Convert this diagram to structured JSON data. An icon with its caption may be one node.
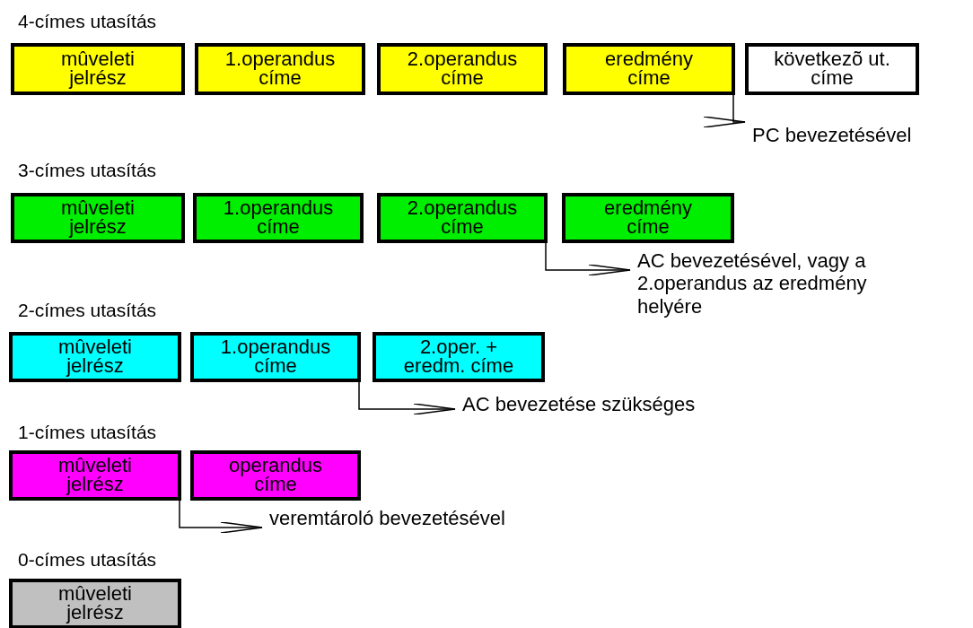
{
  "diagram": {
    "nodes": [
      {
        "text": [
          "mûveleti jelrész"
        ]
      },
      {
        "text": [
          "1.operandus címe"
        ]
      },
      {
        "text": [
          "2.operandus címe"
        ]
      },
      {
        "text": [
          "eredmény címe"
        ]
      },
      {
        "text": [
          "következõ ut. címe"
        ]
      },
      {
        "text": [
          "PC bevezetésével"
        ]
      },
      {
        "text": [
          "mûveleti jelrész"
        ]
      },
      {
        "text": [
          "1.operandus címe"
        ]
      },
      {
        "text": [
          "2.operandus címe"
        ]
      },
      {
        "text": [
          "eredmény címe"
        ]
      },
      {
        "text": [
          "AC bevezetésével, vagy a 2.operandus az eredmény helyére"
        ]
      },
      {
        "text": [
          "mûveleti jelrész"
        ]
      },
      {
        "text": [
          "1.operandus címe"
        ]
      },
      {
        "text": [
          "2.oper. + eredm. címe"
        ]
      },
      {
        "text": [
          "AC bevezetése szükséges"
        ]
      },
      {
        "text": [
          "mûveleti jelrész"
        ]
      },
      {
        "text": [
          "operandus címe"
        ]
      },
      {
        "text": [
          "veremtároló bevezetésével"
        ]
      },
      {
        "text": [
          "mûveleti jelrész"
        ]
      }
    ],
    "edges": [
      {
        "from": 3,
        "to": 5,
        "arrow": "to"
      },
      {
        "from": 8,
        "to": 10,
        "arrow": "to"
      },
      {
        "from": 12,
        "to": 14,
        "arrow": "to"
      },
      {
        "from": 15,
        "to": 17,
        "arrow": "to"
      }
    ],
    "labels": [
      "4-címes utasítás",
      "3-címes utasítás",
      "2-címes utasítás",
      "1-címes utasítás",
      "0-címes utasítás"
    ]
  }
}
